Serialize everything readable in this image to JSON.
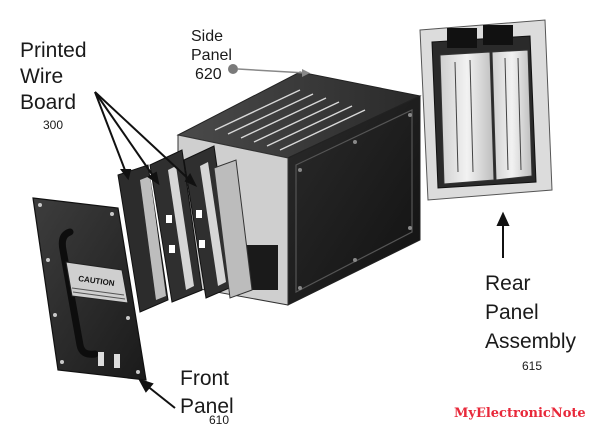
{
  "labels": {
    "printed_wire_board": {
      "line1": "Printed",
      "line2": "Wire",
      "line3": "Board",
      "number": "300"
    },
    "side_panel": {
      "line1": "Side",
      "line2": "Panel",
      "number": "620"
    },
    "rear_panel_assembly": {
      "line1": "Rear",
      "line2": "Panel",
      "line3": "Assembly",
      "number": "615"
    },
    "front_panel": {
      "line1": "Front",
      "line2": "Panel",
      "number": "610"
    },
    "caution_plate": "CAUTION"
  },
  "watermark": "MyElectronicNote",
  "colors": {
    "chassis_dark": "#1c1c1c",
    "chassis_mid": "#3a3a3a",
    "panel_light": "#e6e6e6",
    "watermark_red": "#e8283a",
    "pointer_dot": "#7a7a7a"
  }
}
